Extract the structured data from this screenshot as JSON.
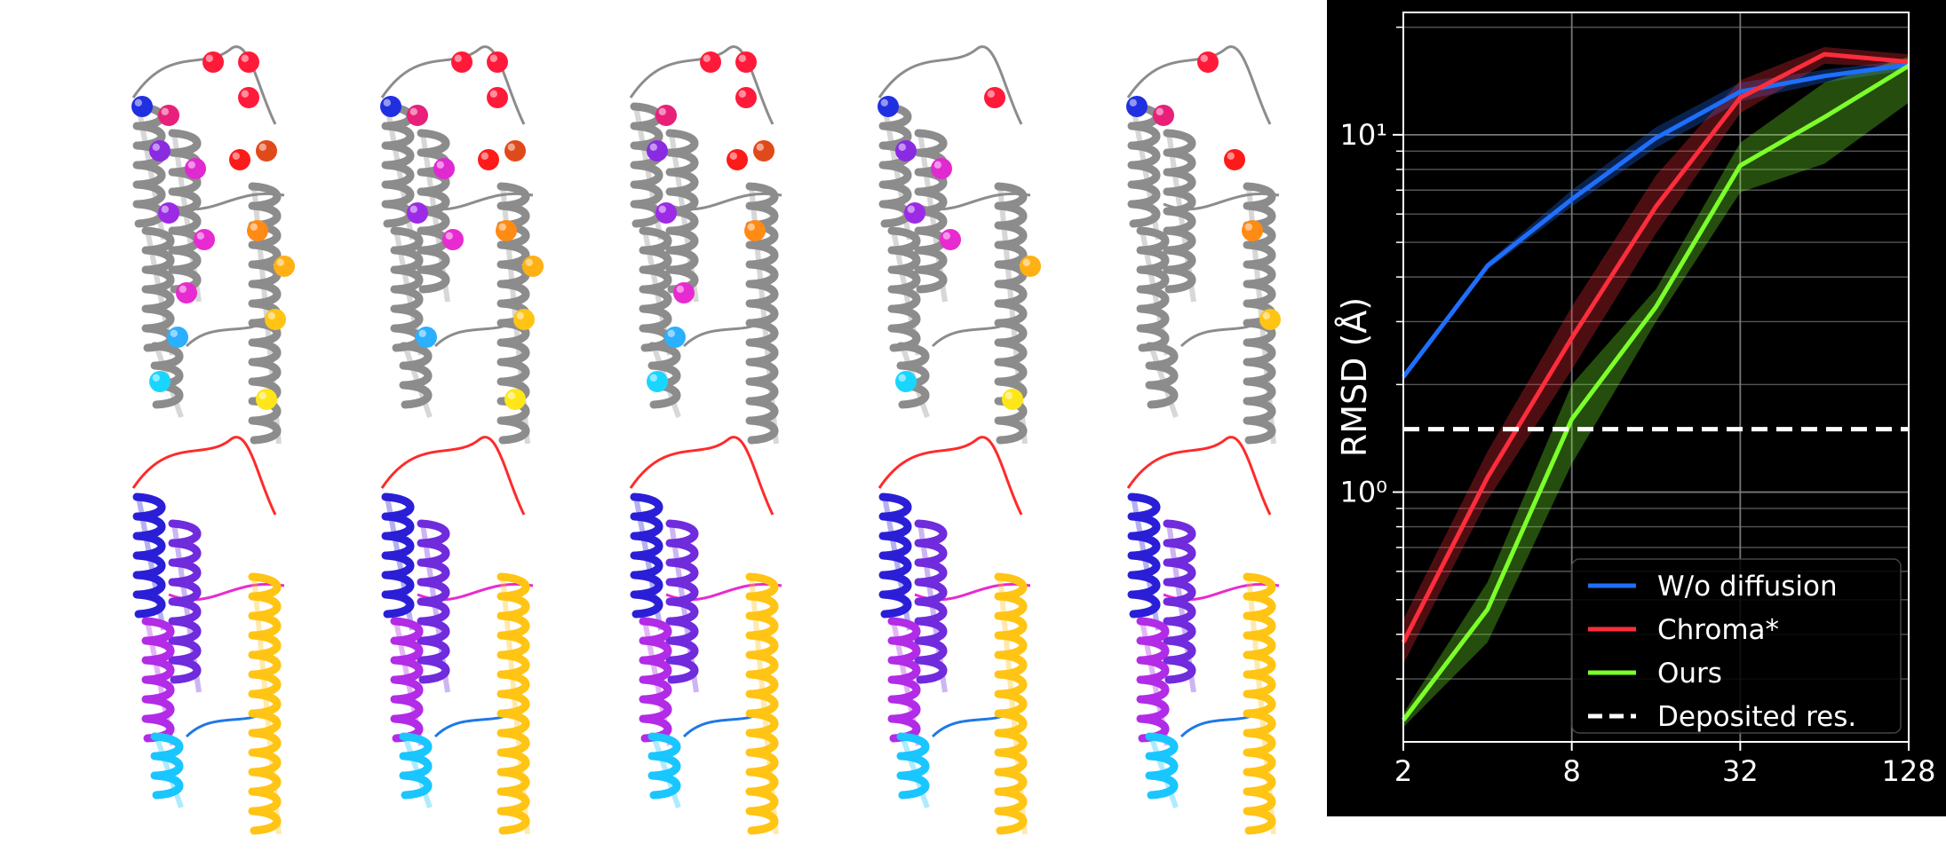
{
  "structure_panel": {
    "rows": [
      {
        "style": "backbone-with-spheres",
        "models": [
          "protein-model-1",
          "protein-model-2",
          "protein-model-3",
          "protein-model-4",
          "protein-model-5"
        ]
      },
      {
        "style": "rainbow-ribbon",
        "models": [
          "protein-model-1",
          "protein-model-2",
          "protein-model-3",
          "protein-model-4",
          "protein-model-5"
        ]
      }
    ],
    "colors": {
      "backbone": "#8c8c8c",
      "rainbow": [
        "#2a1fd6",
        "#6f2bdc",
        "#b22be6",
        "#e82bd0",
        "#ff2a7a",
        "#ff2a2a",
        "#e04a1a",
        "#ff8a14",
        "#ffc414",
        "#ffe61a",
        "#19c6ff",
        "#1f78e6"
      ]
    }
  },
  "chart_data": {
    "type": "line",
    "ylabel": "RMSD (Å)",
    "xlabel": "",
    "x_scale": "log2",
    "y_scale": "log10",
    "xlim": [
      2,
      128
    ],
    "ylim": [
      0.2,
      22
    ],
    "x_ticks": [
      2,
      8,
      32,
      128
    ],
    "x_tick_labels": [
      "2",
      "8",
      "32",
      "128"
    ],
    "y_ticks": [
      1,
      10
    ],
    "y_tick_labels": [
      "10⁰",
      "10¹"
    ],
    "grid": true,
    "background": "#000000",
    "legend_placement": "lower-right",
    "series": [
      {
        "name": "W/o diffusion",
        "color": "#1e6fff",
        "style": "solid",
        "x": [
          2,
          4,
          8,
          16,
          32,
          64,
          128
        ],
        "values": [
          2.1,
          4.3,
          6.6,
          9.8,
          13.2,
          14.6,
          15.7
        ],
        "band_low": [
          2.05,
          4.2,
          6.3,
          9.2,
          12.4,
          14.0,
          15.2
        ],
        "band_high": [
          2.15,
          4.4,
          7.0,
          10.5,
          14.0,
          15.2,
          16.2
        ]
      },
      {
        "name": "Chroma*",
        "color": "#ff2d3c",
        "style": "solid",
        "x": [
          2,
          4,
          8,
          16,
          32,
          64,
          128
        ],
        "values": [
          0.38,
          1.1,
          2.7,
          6.3,
          12.7,
          16.8,
          16.0
        ],
        "band_low": [
          0.33,
          0.95,
          2.2,
          5.3,
          11.5,
          15.8,
          15.4
        ],
        "band_high": [
          0.44,
          1.3,
          3.3,
          7.7,
          14.2,
          17.6,
          16.8
        ]
      },
      {
        "name": "Ours",
        "color": "#7cff2a",
        "style": "solid",
        "x": [
          2,
          4,
          8,
          16,
          32,
          64,
          128
        ],
        "values": [
          0.23,
          0.47,
          1.6,
          3.3,
          8.2,
          11.2,
          15.6
        ],
        "band_low": [
          0.22,
          0.38,
          1.2,
          3.0,
          6.9,
          8.3,
          12.3
        ],
        "band_high": [
          0.24,
          0.56,
          2.0,
          3.7,
          9.5,
          14.0,
          16.5
        ]
      },
      {
        "name": "Deposited res.",
        "color": "#ffffff",
        "style": "dashed",
        "x": [
          2,
          128
        ],
        "values": [
          1.5,
          1.5
        ]
      }
    ]
  }
}
